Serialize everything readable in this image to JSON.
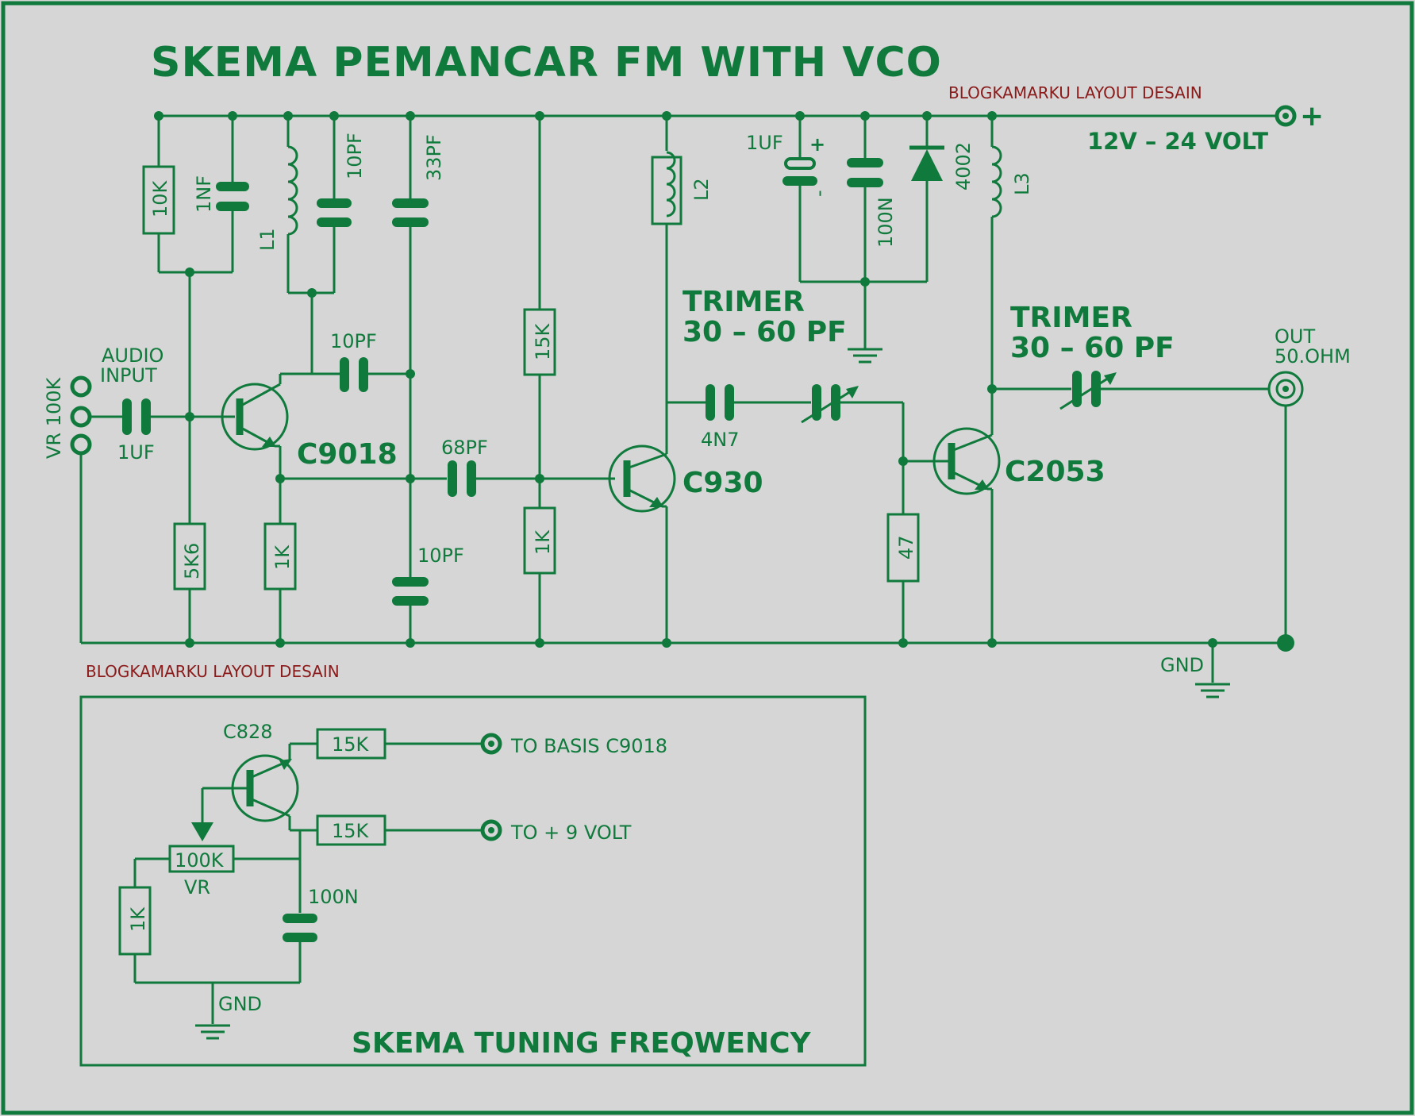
{
  "title": "SKEMA PEMANCAR FM WITH VCO",
  "watermark_top": "BLOGKAMARKU LAYOUT DESAIN",
  "watermark_bottom": "BLOGKAMARKU LAYOUT DESAIN",
  "supply": {
    "plus": "+",
    "voltage": "12V – 24 VOLT"
  },
  "ground_label": "GND",
  "vr_label": "VR 100K",
  "audio_input": [
    "AUDIO",
    "INPUT"
  ],
  "output_label": [
    "OUT",
    "50.OHM"
  ],
  "trimmer_1": [
    "TRIMER",
    "30 – 60 PF"
  ],
  "trimmer_2": [
    "TRIMER",
    "30 – 60 PF"
  ],
  "transistors": {
    "q1": "C9018",
    "q2": "C930",
    "q3": "C2053",
    "q4": "C828"
  },
  "resistors": {
    "r10k": "10K",
    "r5k6": "5K6",
    "r1k_a": "1K",
    "r15k": "15K",
    "r1k_b": "1K",
    "r47": "47"
  },
  "capacitors": {
    "c1nf": "1NF",
    "c10pf_top": "10PF",
    "c33pf": "33PF",
    "c10pf_fb": "10PF",
    "c1uf_in": "1UF",
    "c68pf": "68PF",
    "c10pf_low": "10PF",
    "c4n7": "4N7",
    "c1uf_sup": "1UF",
    "c100n_sup": "100N"
  },
  "inductors": {
    "l1": "L1",
    "l2": "L2",
    "l3": "L3"
  },
  "diode": "4002",
  "cap_polarity": {
    "plus": "+",
    "minus": "-"
  },
  "tuning": {
    "title": "SKEMA TUNING FREQWENCY",
    "transistor": "C828",
    "r_top": "15K",
    "r_bottom": "15K",
    "vr": "100K",
    "vr_label": "VR",
    "r1k": "1K",
    "cap": "100N",
    "gnd": "GND",
    "to_basis": "TO BASIS C9018",
    "to_9v": "TO + 9 VOLT"
  }
}
